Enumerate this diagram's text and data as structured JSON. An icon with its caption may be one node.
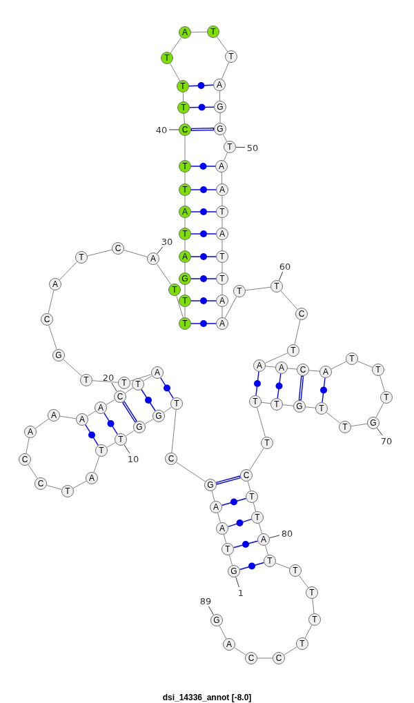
{
  "diagram": {
    "title": "dsi_14336_annot [-8.0]",
    "nodes": [
      {
        "text": [
          "G"
        ]
      },
      {
        "text": [
          "T"
        ]
      },
      {
        "text": [
          "A"
        ]
      },
      {
        "text": [
          "A"
        ]
      },
      {
        "text": [
          "G"
        ]
      },
      {
        "text": [
          "C"
        ]
      },
      {
        "text": [
          "T"
        ]
      },
      {
        "text": [
          "G"
        ]
      },
      {
        "text": [
          "G"
        ]
      },
      {
        "text": [
          "T"
        ]
      },
      {
        "text": [
          "T"
        ]
      },
      {
        "text": [
          "A"
        ]
      },
      {
        "text": [
          "T"
        ]
      },
      {
        "text": [
          "C"
        ]
      },
      {
        "text": [
          "C"
        ]
      },
      {
        "text": [
          "A"
        ]
      },
      {
        "text": [
          "A"
        ]
      },
      {
        "text": [
          "A"
        ]
      },
      {
        "text": [
          "A"
        ]
      },
      {
        "text": [
          "C"
        ]
      },
      {
        "text": [
          "T"
        ]
      },
      {
        "text": [
          "A"
        ]
      },
      {
        "text": [
          "T"
        ]
      },
      {
        "text": [
          "T"
        ]
      },
      {
        "text": [
          "G"
        ]
      },
      {
        "text": [
          "C"
        ]
      },
      {
        "text": [
          "A"
        ]
      },
      {
        "text": [
          "T"
        ]
      },
      {
        "text": [
          "C"
        ]
      },
      {
        "text": [
          "A"
        ]
      },
      {
        "text": [
          "T"
        ]
      },
      {
        "text": [
          "T"
        ]
      },
      {
        "text": [
          "T"
        ]
      },
      {
        "text": [
          "G"
        ]
      },
      {
        "text": [
          "A"
        ]
      },
      {
        "text": [
          "T"
        ]
      },
      {
        "text": [
          "A"
        ]
      },
      {
        "text": [
          "T"
        ]
      },
      {
        "text": [
          "T"
        ]
      },
      {
        "text": [
          "C"
        ]
      },
      {
        "text": [
          "T"
        ]
      },
      {
        "text": [
          "T"
        ]
      },
      {
        "text": [
          "T"
        ]
      },
      {
        "text": [
          "A"
        ]
      },
      {
        "text": [
          "T"
        ]
      },
      {
        "text": [
          "T"
        ]
      },
      {
        "text": [
          "A"
        ]
      },
      {
        "text": [
          "G"
        ]
      },
      {
        "text": [
          "G"
        ]
      },
      {
        "text": [
          "T"
        ]
      },
      {
        "text": [
          "A"
        ]
      },
      {
        "text": [
          "A"
        ]
      },
      {
        "text": [
          "T"
        ]
      },
      {
        "text": [
          "A"
        ]
      },
      {
        "text": [
          "T"
        ]
      },
      {
        "text": [
          "T"
        ]
      },
      {
        "text": [
          "A"
        ]
      },
      {
        "text": [
          "A"
        ]
      },
      {
        "text": [
          "T"
        ]
      },
      {
        "text": [
          "T"
        ]
      },
      {
        "text": [
          "C"
        ]
      },
      {
        "text": [
          "T"
        ]
      },
      {
        "text": [
          "A"
        ]
      },
      {
        "text": [
          "A"
        ]
      },
      {
        "text": [
          "C"
        ]
      },
      {
        "text": [
          "A"
        ]
      },
      {
        "text": [
          "T"
        ]
      },
      {
        "text": [
          "T"
        ]
      },
      {
        "text": [
          "T"
        ]
      },
      {
        "text": [
          "G"
        ]
      },
      {
        "text": [
          "T"
        ]
      },
      {
        "text": [
          "T"
        ]
      },
      {
        "text": [
          "G"
        ]
      },
      {
        "text": [
          "T"
        ]
      },
      {
        "text": [
          "T"
        ]
      },
      {
        "text": [
          "T"
        ]
      },
      {
        "text": [
          "C"
        ]
      },
      {
        "text": [
          "T"
        ]
      },
      {
        "text": [
          "T"
        ]
      },
      {
        "text": [
          "A"
        ]
      },
      {
        "text": [
          "T"
        ]
      },
      {
        "text": [
          "T"
        ]
      },
      {
        "text": [
          "T"
        ]
      },
      {
        "text": [
          "T"
        ]
      },
      {
        "text": [
          "T"
        ]
      },
      {
        "text": [
          "C"
        ]
      },
      {
        "text": [
          "C"
        ]
      },
      {
        "text": [
          "A"
        ]
      },
      {
        "text": [
          "G"
        ]
      },
      {
        "text": [
          "1"
        ]
      },
      {
        "text": [
          "10"
        ]
      },
      {
        "text": [
          "20"
        ]
      },
      {
        "text": [
          "30"
        ]
      },
      {
        "text": [
          "40"
        ]
      },
      {
        "text": [
          "50"
        ]
      },
      {
        "text": [
          "60"
        ]
      },
      {
        "text": [
          "70"
        ]
      },
      {
        "text": [
          "80"
        ]
      },
      {
        "text": [
          "89"
        ]
      }
    ],
    "edges": [
      {
        "from": 0,
        "to": 1,
        "arrow": "none"
      },
      {
        "from": 1,
        "to": 2,
        "arrow": "none"
      },
      {
        "from": 2,
        "to": 3,
        "arrow": "none"
      },
      {
        "from": 3,
        "to": 4,
        "arrow": "none"
      },
      {
        "from": 4,
        "to": 5,
        "arrow": "none"
      },
      {
        "from": 5,
        "to": 6,
        "arrow": "none"
      },
      {
        "from": 6,
        "to": 7,
        "arrow": "none"
      },
      {
        "from": 7,
        "to": 8,
        "arrow": "none"
      },
      {
        "from": 8,
        "to": 9,
        "arrow": "none"
      },
      {
        "from": 9,
        "to": 10,
        "arrow": "none"
      },
      {
        "from": 10,
        "to": 11,
        "arrow": "none"
      },
      {
        "from": 11,
        "to": 12,
        "arrow": "none"
      },
      {
        "from": 12,
        "to": 13,
        "arrow": "none"
      },
      {
        "from": 13,
        "to": 14,
        "arrow": "none"
      },
      {
        "from": 14,
        "to": 15,
        "arrow": "none"
      },
      {
        "from": 15,
        "to": 16,
        "arrow": "none"
      },
      {
        "from": 16,
        "to": 17,
        "arrow": "none"
      },
      {
        "from": 17,
        "to": 18,
        "arrow": "none"
      },
      {
        "from": 18,
        "to": 19,
        "arrow": "none"
      },
      {
        "from": 19,
        "to": 20,
        "arrow": "none"
      },
      {
        "from": 20,
        "to": 21,
        "arrow": "none"
      },
      {
        "from": 21,
        "to": 22,
        "arrow": "none"
      },
      {
        "from": 22,
        "to": 23,
        "arrow": "none"
      },
      {
        "from": 23,
        "to": 24,
        "arrow": "none"
      },
      {
        "from": 24,
        "to": 25,
        "arrow": "none"
      },
      {
        "from": 25,
        "to": 26,
        "arrow": "none"
      },
      {
        "from": 26,
        "to": 27,
        "arrow": "none"
      },
      {
        "from": 27,
        "to": 28,
        "arrow": "none"
      },
      {
        "from": 28,
        "to": 29,
        "arrow": "none"
      },
      {
        "from": 29,
        "to": 30,
        "arrow": "none"
      },
      {
        "from": 30,
        "to": 31,
        "arrow": "none"
      },
      {
        "from": 31,
        "to": 32,
        "arrow": "none"
      },
      {
        "from": 32,
        "to": 33,
        "arrow": "none"
      },
      {
        "from": 33,
        "to": 34,
        "arrow": "none"
      },
      {
        "from": 34,
        "to": 35,
        "arrow": "none"
      },
      {
        "from": 35,
        "to": 36,
        "arrow": "none"
      },
      {
        "from": 36,
        "to": 37,
        "arrow": "none"
      },
      {
        "from": 37,
        "to": 38,
        "arrow": "none"
      },
      {
        "from": 38,
        "to": 39,
        "arrow": "none"
      },
      {
        "from": 39,
        "to": 40,
        "arrow": "none"
      },
      {
        "from": 40,
        "to": 41,
        "arrow": "none"
      },
      {
        "from": 41,
        "to": 42,
        "arrow": "none"
      },
      {
        "from": 42,
        "to": 43,
        "arrow": "none"
      },
      {
        "from": 43,
        "to": 44,
        "arrow": "none"
      },
      {
        "from": 44,
        "to": 45,
        "arrow": "none"
      },
      {
        "from": 45,
        "to": 46,
        "arrow": "none"
      },
      {
        "from": 46,
        "to": 47,
        "arrow": "none"
      },
      {
        "from": 47,
        "to": 48,
        "arrow": "none"
      },
      {
        "from": 48,
        "to": 49,
        "arrow": "none"
      },
      {
        "from": 49,
        "to": 50,
        "arrow": "none"
      },
      {
        "from": 50,
        "to": 51,
        "arrow": "none"
      },
      {
        "from": 51,
        "to": 52,
        "arrow": "none"
      },
      {
        "from": 52,
        "to": 53,
        "arrow": "none"
      },
      {
        "from": 53,
        "to": 54,
        "arrow": "none"
      },
      {
        "from": 54,
        "to": 55,
        "arrow": "none"
      },
      {
        "from": 55,
        "to": 56,
        "arrow": "none"
      },
      {
        "from": 56,
        "to": 57,
        "arrow": "none"
      },
      {
        "from": 57,
        "to": 58,
        "arrow": "none"
      },
      {
        "from": 58,
        "to": 59,
        "arrow": "none"
      },
      {
        "from": 59,
        "to": 60,
        "arrow": "none"
      },
      {
        "from": 60,
        "to": 61,
        "arrow": "none"
      },
      {
        "from": 61,
        "to": 62,
        "arrow": "none"
      },
      {
        "from": 62,
        "to": 63,
        "arrow": "none"
      },
      {
        "from": 63,
        "to": 64,
        "arrow": "none"
      },
      {
        "from": 64,
        "to": 65,
        "arrow": "none"
      },
      {
        "from": 65,
        "to": 66,
        "arrow": "none"
      },
      {
        "from": 66,
        "to": 67,
        "arrow": "none"
      },
      {
        "from": 67,
        "to": 68,
        "arrow": "none"
      },
      {
        "from": 68,
        "to": 69,
        "arrow": "none"
      },
      {
        "from": 69,
        "to": 70,
        "arrow": "none"
      },
      {
        "from": 70,
        "to": 71,
        "arrow": "none"
      },
      {
        "from": 71,
        "to": 72,
        "arrow": "none"
      },
      {
        "from": 72,
        "to": 73,
        "arrow": "none"
      },
      {
        "from": 73,
        "to": 74,
        "arrow": "none"
      },
      {
        "from": 74,
        "to": 75,
        "arrow": "none"
      },
      {
        "from": 75,
        "to": 76,
        "arrow": "none"
      },
      {
        "from": 76,
        "to": 77,
        "arrow": "none"
      },
      {
        "from": 77,
        "to": 78,
        "arrow": "none"
      },
      {
        "from": 78,
        "to": 79,
        "arrow": "none"
      },
      {
        "from": 79,
        "to": 80,
        "arrow": "none"
      },
      {
        "from": 80,
        "to": 81,
        "arrow": "none"
      },
      {
        "from": 81,
        "to": 82,
        "arrow": "none"
      },
      {
        "from": 82,
        "to": 83,
        "arrow": "none"
      },
      {
        "from": 83,
        "to": 84,
        "arrow": "none"
      },
      {
        "from": 84,
        "to": 85,
        "arrow": "none"
      },
      {
        "from": 85,
        "to": 86,
        "arrow": "none"
      },
      {
        "from": 86,
        "to": 87,
        "arrow": "none"
      },
      {
        "from": 87,
        "to": 88,
        "arrow": "none"
      },
      {
        "from": 0,
        "to": 80,
        "arrow": "none",
        "color": "#0000ff"
      },
      {
        "from": 1,
        "to": 79,
        "arrow": "none",
        "color": "#0000ff"
      },
      {
        "from": 2,
        "to": 78,
        "arrow": "none",
        "color": "#0000ff"
      },
      {
        "from": 3,
        "to": 77,
        "arrow": "none",
        "color": "#0000ff"
      },
      {
        "from": 4,
        "to": 76,
        "arrow": "none",
        "color": "#0000ff",
        "style": "thick"
      },
      {
        "from": 6,
        "to": 21,
        "arrow": "none",
        "color": "#0000ff"
      },
      {
        "from": 7,
        "to": 20,
        "arrow": "none",
        "color": "#0000ff"
      },
      {
        "from": 8,
        "to": 19,
        "arrow": "none",
        "color": "#0000ff",
        "style": "thick"
      },
      {
        "from": 9,
        "to": 18,
        "arrow": "none",
        "color": "#0000ff"
      },
      {
        "from": 10,
        "to": 17,
        "arrow": "none",
        "color": "#0000ff"
      },
      {
        "from": 31,
        "to": 57,
        "arrow": "none",
        "color": "#0000ff"
      },
      {
        "from": 32,
        "to": 56,
        "arrow": "none",
        "color": "#0000ff"
      },
      {
        "from": 33,
        "to": 55,
        "arrow": "none",
        "color": "#0000ff"
      },
      {
        "from": 34,
        "to": 54,
        "arrow": "none",
        "color": "#0000ff"
      },
      {
        "from": 35,
        "to": 53,
        "arrow": "none",
        "color": "#0000ff"
      },
      {
        "from": 36,
        "to": 52,
        "arrow": "none",
        "color": "#0000ff"
      },
      {
        "from": 37,
        "to": 51,
        "arrow": "none",
        "color": "#0000ff"
      },
      {
        "from": 38,
        "to": 50,
        "arrow": "none",
        "color": "#0000ff"
      },
      {
        "from": 39,
        "to": 48,
        "arrow": "none",
        "color": "#0000ff",
        "style": "thick"
      },
      {
        "from": 40,
        "to": 47,
        "arrow": "none",
        "color": "#0000ff"
      },
      {
        "from": 41,
        "to": 46,
        "arrow": "none",
        "color": "#0000ff"
      },
      {
        "from": 62,
        "to": 74,
        "arrow": "none",
        "color": "#0000ff"
      },
      {
        "from": 63,
        "to": 73,
        "arrow": "none",
        "color": "#0000ff"
      },
      {
        "from": 64,
        "to": 72,
        "arrow": "none",
        "color": "#0000ff",
        "style": "thick"
      },
      {
        "from": 65,
        "to": 71,
        "arrow": "none",
        "color": "#0000ff"
      },
      {
        "from": 89,
        "to": 0,
        "arrow": "none",
        "color": "#333333"
      },
      {
        "from": 90,
        "to": 9,
        "arrow": "none",
        "color": "#333333"
      },
      {
        "from": 91,
        "to": 19,
        "arrow": "none",
        "color": "#333333"
      },
      {
        "from": 92,
        "to": 29,
        "arrow": "none",
        "color": "#333333"
      },
      {
        "from": 93,
        "to": 39,
        "arrow": "none",
        "color": "#333333"
      },
      {
        "from": 94,
        "to": 49,
        "arrow": "none",
        "color": "#333333"
      },
      {
        "from": 95,
        "to": 59,
        "arrow": "none",
        "color": "#333333"
      },
      {
        "from": 96,
        "to": 69,
        "arrow": "none",
        "color": "#333333"
      },
      {
        "from": 97,
        "to": 79,
        "arrow": "none",
        "color": "#333333"
      },
      {
        "from": 98,
        "to": 88,
        "arrow": "none",
        "color": "#333333"
      }
    ]
  }
}
